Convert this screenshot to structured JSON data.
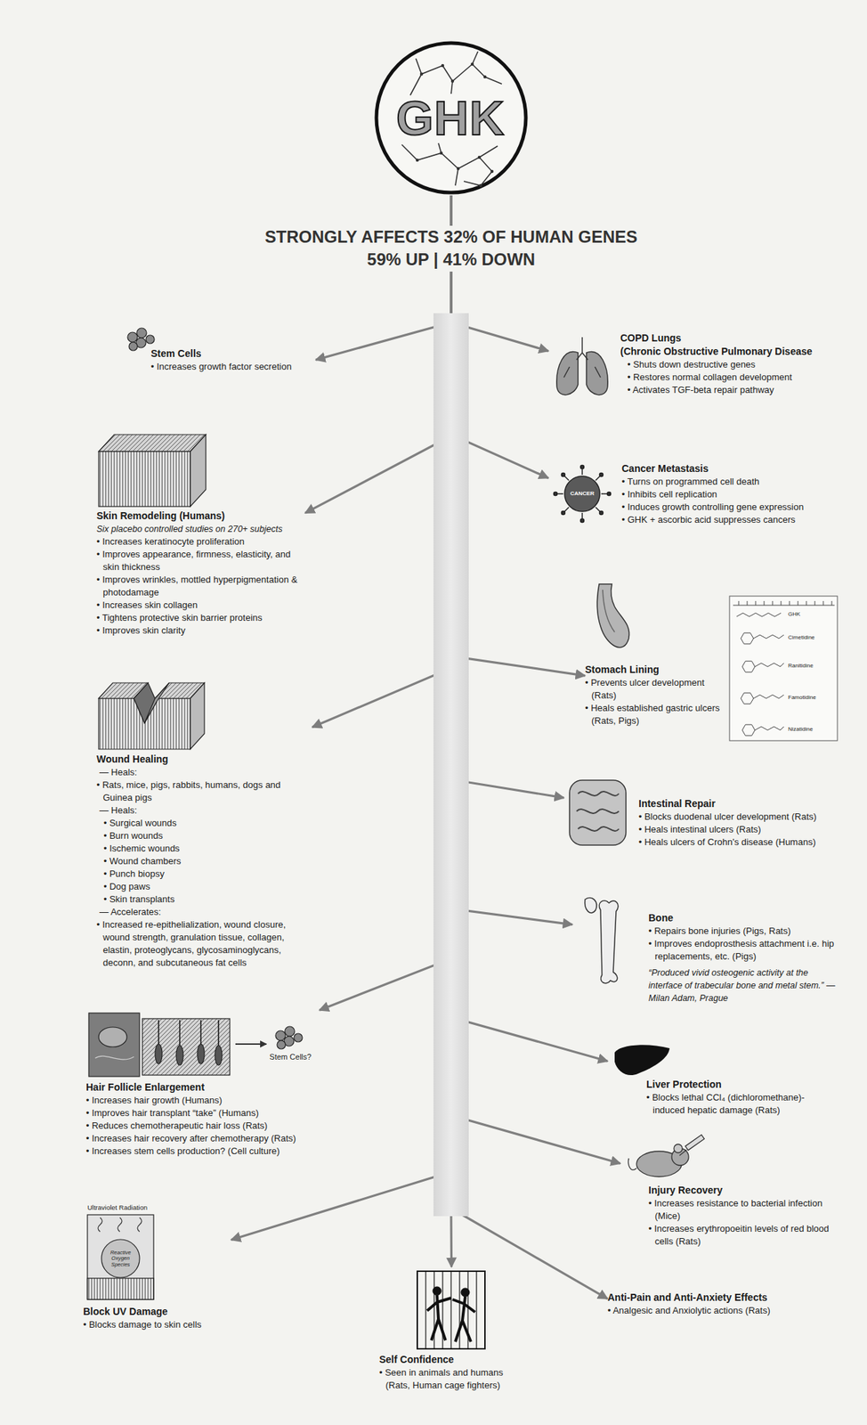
{
  "diagram": {
    "nodes": [
      {
        "text": [
          "GHK"
        ]
      },
      {
        "text": [
          "Stem Cells",
          "• Increases growth factor secretion"
        ]
      },
      {
        "text": [
          "COPD Lungs",
          "(Chronic Obstructive Pulmonary Disease",
          "• Shuts down destructive genes",
          "• Restores normal collagen development",
          "• Activates TGF-beta repair pathway"
        ]
      },
      {
        "text": [
          "Skin Remodeling (Humans)",
          "Six placebo controlled studies on 270+ subjects",
          "• Increases keratinocyte proliferation",
          "• Improves appearance, firmness, elasticity, and skin thickness",
          "• Improves wrinkles, mottled hyperpigmentation & photodamage",
          "• Increases skin collagen",
          "• Tightens protective skin barrier proteins",
          "• Improves skin clarity"
        ]
      },
      {
        "text": [
          "Cancer Metastasis",
          "• Turns on programmed cell death",
          "• Inhibits cell replication",
          "• Induces growth controlling gene expression",
          "• GHK + ascorbic acid suppresses cancers"
        ]
      },
      {
        "text": [
          "Stomach Lining",
          "• Prevents ulcer development (Rats)",
          "• Heals established gastric ulcers (Rats, Pigs)"
        ]
      },
      {
        "text": [
          "Wound Healing",
          "— Heals:",
          "• Rats, mice, pigs, rabbits, humans, dogs and Guinea pigs",
          "— Heals:",
          "• Surgical wounds",
          "• Burn wounds",
          "• Ischemic wounds",
          "• Wound chambers",
          "• Punch biopsy",
          "• Dog paws",
          "• Skin transplants",
          "— Accelerates:",
          "• Increased re-epithelialization, wound closure, wound strength, granulation tissue, collagen, elastin, proteoglycans, glycosaminoglycans, deconn, and subcutaneous fat cells"
        ]
      },
      {
        "text": [
          "Intestinal Repair",
          "• Blocks duodenal ulcer development (Rats)",
          "• Heals intestinal ulcers (Rats)",
          "• Heals ulcers of Crohn's disease (Humans)"
        ]
      },
      {
        "text": [
          "Bone",
          "• Repairs bone injuries (Pigs, Rats)",
          "• Improves endoprosthesis attachment i.e. hip replacements, etc. (Pigs)",
          "“Produced vivid osteogenic activity at the interface of trabecular bone and metal stem.” — Milan Adam, Prague"
        ]
      },
      {
        "text": [
          "Hair Follicle Enlargement",
          "• Increases hair growth (Humans)",
          "• Improves hair transplant “take” (Humans)",
          "• Reduces chemotherapeutic hair loss (Rats)",
          "• Increases hair recovery after chemotherapy (Rats)",
          "• Increases stem cells production? (Cell culture)"
        ]
      },
      {
        "text": [
          "Liver Protection",
          "• Blocks lethal CCl₄ (dichloromethane)-induced hepatic damage (Rats)"
        ]
      },
      {
        "text": [
          "Injury Recovery",
          "• Increases resistance to bacterial infection (Mice)",
          "• Increases erythropoeitin levels of red blood cells (Rats)"
        ]
      },
      {
        "text": [
          "Block UV Damage",
          "• Blocks damage to skin cells"
        ]
      },
      {
        "text": [
          "Anti-Pain and Anti-Anxiety Effects",
          "• Analgesic and Anxiolytic actions (Rats)"
        ]
      },
      {
        "text": [
          "Self Confidence",
          "• Seen in animals and humans (Rats, Human cage fighters)"
        ]
      }
    ],
    "edges": [
      {
        "from": 0,
        "to": 1,
        "arrow": "to"
      },
      {
        "from": 0,
        "to": 2,
        "arrow": "to"
      },
      {
        "from": 0,
        "to": 3,
        "arrow": "to"
      },
      {
        "from": 0,
        "to": 4,
        "arrow": "to"
      },
      {
        "from": 0,
        "to": 5,
        "arrow": "to"
      },
      {
        "from": 0,
        "to": 6,
        "arrow": "to"
      },
      {
        "from": 0,
        "to": 7,
        "arrow": "to"
      },
      {
        "from": 0,
        "to": 8,
        "arrow": "to"
      },
      {
        "from": 0,
        "to": 9,
        "arrow": "to"
      },
      {
        "from": 0,
        "to": 10,
        "arrow": "to"
      },
      {
        "from": 0,
        "to": 11,
        "arrow": "to"
      },
      {
        "from": 0,
        "to": 12,
        "arrow": "to"
      },
      {
        "from": 0,
        "to": 13,
        "arrow": "to"
      },
      {
        "from": 0,
        "to": 14,
        "arrow": "to"
      }
    ],
    "labels": [
      "STRONGLY AFFECTS 32% OF HUMAN GENES",
      "59% UP | 41% DOWN",
      "CANCER",
      "GHK",
      "Cimetidine",
      "Ranitidine",
      "Famotidine",
      "Nizatidine",
      "Stem Cells?",
      "Ultraviolet Radiation",
      "Reactive Oxygen Species"
    ]
  }
}
